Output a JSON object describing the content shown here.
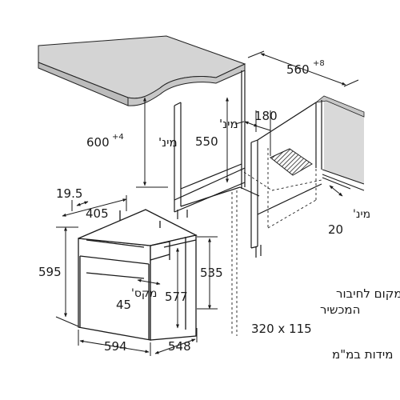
{
  "dimensions": {
    "counter_width": "560",
    "counter_width_tol": "+8",
    "niche_height": "600",
    "niche_height_tol": "+4",
    "min_label_1": "מינ'",
    "min_label_2": "מינ'",
    "min_label_3": "מינ'",
    "niche_min_height": "550",
    "gap_180": "180",
    "min_20": "20",
    "side_19_5": "19.5",
    "depth_405": "405",
    "height_595": "595",
    "height_535": "535",
    "max_label": "מקס'",
    "max_45": "45",
    "height_577": "577",
    "width_594": "594",
    "depth_548": "548"
  },
  "notes": {
    "connection_line1": "מקום לחיבור",
    "connection_line2": "המכשיר",
    "connection_size": "320 x 115",
    "units": "מידות במ\"מ"
  }
}
